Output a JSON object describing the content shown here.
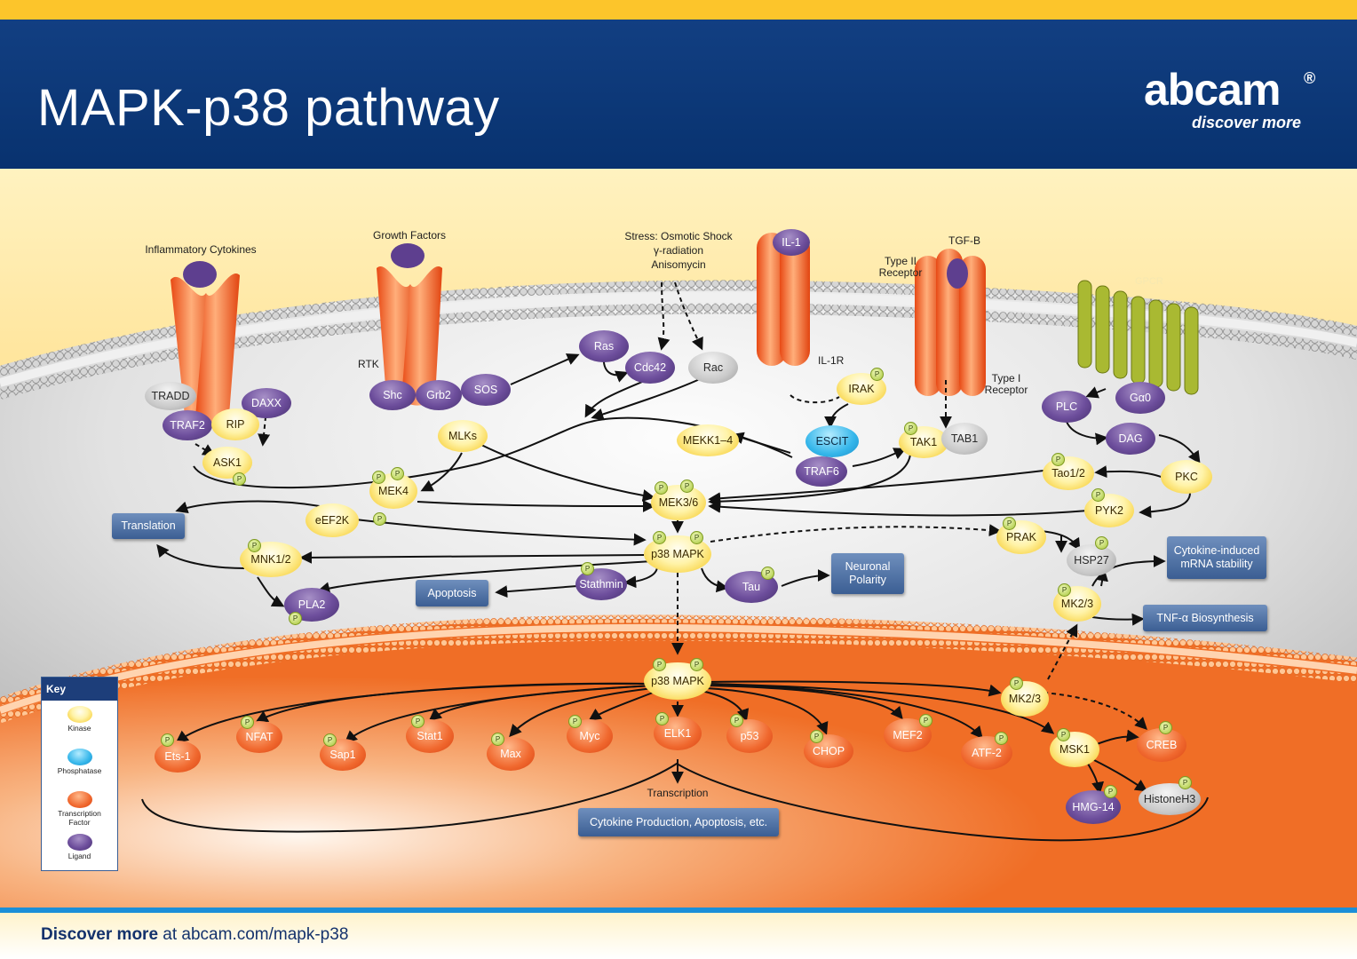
{
  "header": {
    "title": "MAPK-p38 pathway",
    "brand": "abcam",
    "brand_mark": "®",
    "tagline": "discover more"
  },
  "footer": {
    "prefix": "Discover more",
    "suffix": " at abcam.com/mapk-p38"
  },
  "inputs": {
    "inflammatory": "Inflammatory Cytokines",
    "growth": "Growth Factors",
    "stress_1": "Stress: Osmotic Shock",
    "stress_2": "γ-radiation",
    "stress_3": "Anisomycin",
    "tgfb": "TGF-B",
    "rtk": "RTK",
    "il1r": "IL-1R",
    "type2_1": "Type II",
    "type2_2": "Receptor",
    "type1_1": "Type I",
    "type1_2": "Receptor",
    "gpcr": "GPCR",
    "transcription": "Transcription"
  },
  "nodes": {
    "il1": "IL-1",
    "tradd": "TRADD",
    "daxx": "DAXX",
    "traf2": "TRAF2",
    "rip": "RIP",
    "ask1": "ASK1",
    "shc": "Shc",
    "grb2": "Grb2",
    "sos": "SOS",
    "ras": "Ras",
    "cdc42": "Cdc42",
    "rac": "Rac",
    "mlks": "MLKs",
    "mekk": "MEKK1–4",
    "irak": "IRAK",
    "escit": "ESCIT",
    "traf6": "TRAF6",
    "tak1": "TAK1",
    "tab1": "TAB1",
    "plc": "PLC",
    "gao": "Gα0",
    "dag": "DAG",
    "pkc": "PKC",
    "tao": "Tao1/2",
    "pyk2": "PYK2",
    "mek4": "MEK4",
    "mek36": "MEK3/6",
    "eef2k": "eEF2K",
    "p38a": "p38 MAPK",
    "mnk": "MNK1/2",
    "pla2": "PLA2",
    "stathmin": "Stathmin",
    "tau": "Tau",
    "prak": "PRAK",
    "hsp27": "HSP27",
    "mk23a": "MK2/3",
    "p38b": "p38 MAPK",
    "mk23b": "MK2/3",
    "ets1": "Ets-1",
    "nfat": "NFAT",
    "sap1": "Sap1",
    "stat1": "Stat1",
    "max": "Max",
    "myc": "Myc",
    "elk1": "ELK1",
    "p53": "p53",
    "chop": "CHOP",
    "mef2": "MEF2",
    "atf2": "ATF-2",
    "msk1": "MSK1",
    "creb": "CREB",
    "hmg14": "HMG-14",
    "histone": "HistoneH3",
    "p": "P"
  },
  "outcomes": {
    "translation": "Translation",
    "apoptosis": "Apoptosis",
    "neuronal_1": "Neuronal",
    "neuronal_2": "Polarity",
    "cytokine_1": "Cytokine-induced",
    "cytokine_2": "mRNA stability",
    "tnf": "TNF-α Biosynthesis",
    "production": "Cytokine Production, Apoptosis, etc."
  },
  "key": {
    "title": "Key",
    "kinase": "Kinase",
    "phosphatase": "Phosphatase",
    "tf_1": "Transcription",
    "tf_2": "Factor",
    "ligand": "Ligand"
  },
  "colors": {
    "navy": "#0a3a7d",
    "yellow": "#fcc52b",
    "orange": "#f26b22",
    "membrane_bead": "#a8a8a8",
    "kinase": "#f5c51c",
    "ligand": "#6d4e9c",
    "transcription_factor": "#f0682e",
    "phosphatase": "#35b6ea"
  }
}
